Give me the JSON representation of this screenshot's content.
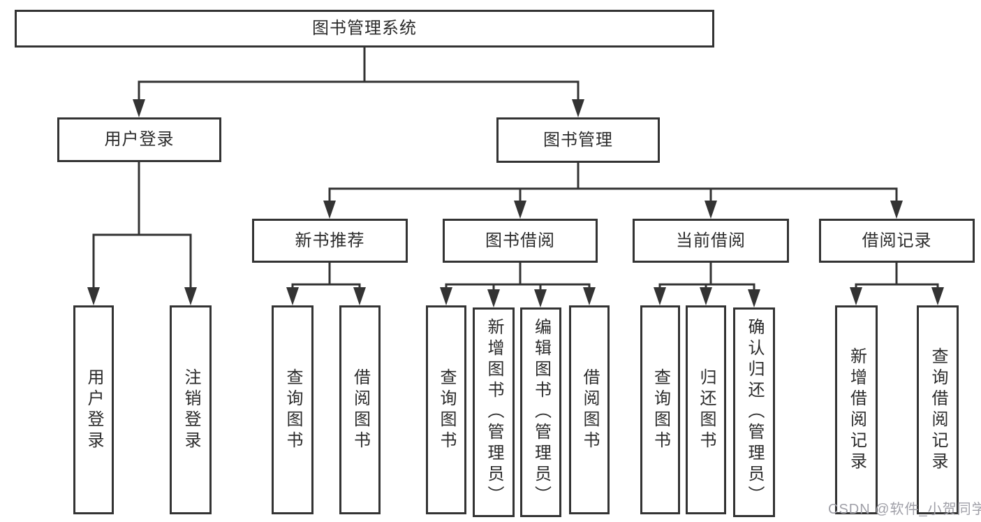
{
  "tree": {
    "root": {
      "label": "图书管理系统"
    },
    "branches": [
      {
        "label": "用户登录",
        "children": [
          {
            "label": "用户登录"
          },
          {
            "label": "注销登录"
          }
        ]
      },
      {
        "label": "图书管理",
        "children": [
          {
            "label": "新书推荐",
            "children": [
              {
                "label": "查询图书"
              },
              {
                "label": "借阅图书"
              }
            ]
          },
          {
            "label": "图书借阅",
            "children": [
              {
                "label": "查询图书"
              },
              {
                "label": "新增图书（管理员）"
              },
              {
                "label": "编辑图书（管理员）"
              },
              {
                "label": "借阅图书"
              }
            ]
          },
          {
            "label": "当前借阅",
            "children": [
              {
                "label": "查询图书"
              },
              {
                "label": "归还图书"
              },
              {
                "label": "确认归还（管理员）"
              }
            ]
          },
          {
            "label": "借阅记录",
            "children": [
              {
                "label": "新增借阅记录"
              },
              {
                "label": "查询借阅记录"
              }
            ]
          }
        ]
      }
    ]
  },
  "watermark": "CSDN @软件_小贺同学",
  "colors": {
    "line": "#333333",
    "box_border": "#333333",
    "text": "#2b2b2b",
    "watermark": "#a0a0a8",
    "background": "#ffffff"
  }
}
